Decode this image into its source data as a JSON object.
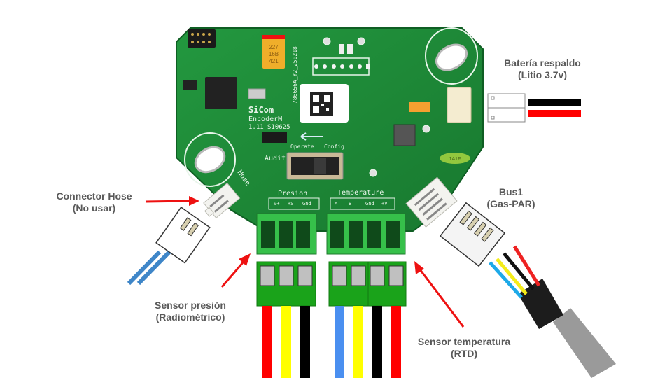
{
  "labels": {
    "battery": {
      "line1": "Batería respaldo",
      "line2": "(Litio 3.7v)"
    },
    "hose": {
      "line1": "Connector Hose",
      "line2": "(No usar)"
    },
    "bus1": {
      "line1": "Bus1",
      "line2": "(Gas-PAR)"
    },
    "pressure": {
      "line1": "Sensor presión",
      "line2": "(Radiométrico)"
    },
    "temperature": {
      "line1": "Sensor temperatura",
      "line2": "(RTD)"
    }
  },
  "pcb": {
    "brand": "SiCom",
    "model": "EncoderM",
    "version": "1.11",
    "serial": "S10625",
    "part_number": "786656A_Y2_250218",
    "audit": "Audit",
    "switch_operate": "Operate",
    "switch_config": "Config",
    "hose_label": "Hose",
    "presion_header": "Presion",
    "presion_pins": [
      "V+",
      "+S",
      "Gnd"
    ],
    "temperature_header": "Temperature",
    "temperature_pins": [
      "A",
      "B",
      "Gnd",
      "+V"
    ],
    "capacitor_marks": [
      "227",
      "16B",
      "421"
    ],
    "fuse_mark": "1A1F"
  },
  "wires": {
    "pressure": [
      "#ff0000",
      "#ffff00",
      "#000000"
    ],
    "temperature": [
      "#4a8ff0",
      "#ffff00",
      "#000000",
      "#ff0000"
    ],
    "battery": [
      "#000000",
      "#ff0000"
    ],
    "hose": [
      "#3f86c8",
      "#3f86c8"
    ]
  },
  "colors": {
    "pcb_green": "#1d8a3a",
    "terminal_green": "#2fb844",
    "arrow_red": "#ee1111",
    "label_gray": "#595959"
  }
}
